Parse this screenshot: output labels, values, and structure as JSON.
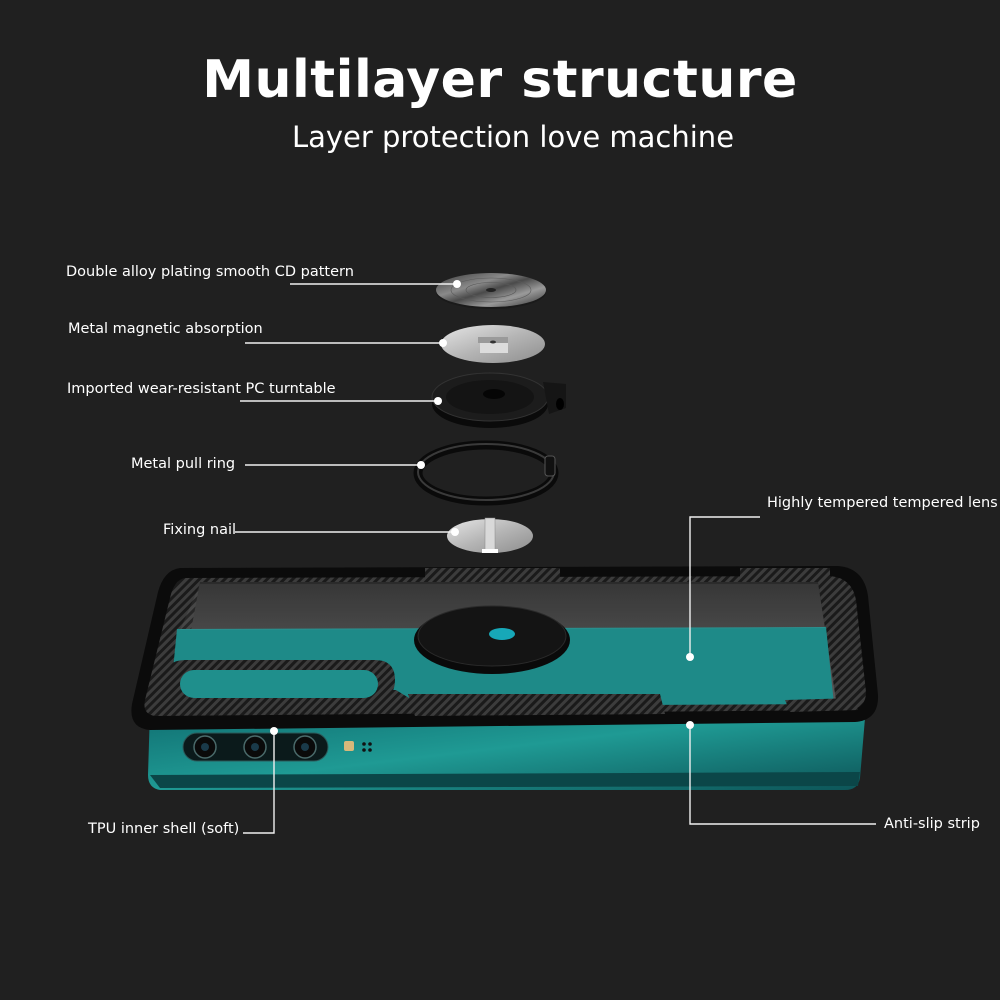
{
  "heading": {
    "title": "Multilayer structure",
    "subtitle": "Layer protection love machine"
  },
  "callouts": {
    "cd_pattern": "Double alloy plating smooth CD pattern",
    "magnetic": "Metal magnetic absorption",
    "turntable": "Imported wear-resistant PC turntable",
    "pull_ring": "Metal pull ring",
    "fixing_nail": "Fixing nail",
    "tempered_lens": "Highly tempered tempered lens",
    "tpu_shell": "TPU inner shell (soft)",
    "anti_slip": "Anti-slip strip"
  },
  "colors": {
    "background": "#202020",
    "phone_teal": "#1d8f8c",
    "case_black": "#0c0c0c",
    "carbon_fiber": "#3a3a3a",
    "silver": "#b8b8b8"
  }
}
